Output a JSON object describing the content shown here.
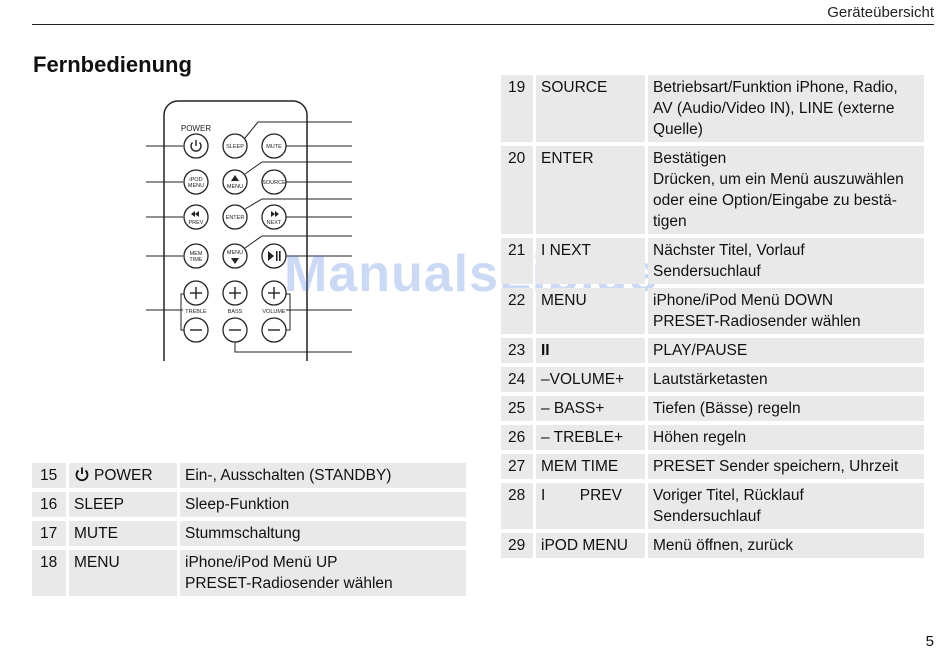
{
  "header": {
    "section_title": "Geräteübersicht"
  },
  "page": {
    "title": "Fernbedienung",
    "number": "5",
    "watermark": "ManualsLib.de"
  },
  "remote": {
    "labels": {
      "power": "POWER",
      "sleep": "SLEEP",
      "mute": "MUTE",
      "ipod_menu_1": "iPOD",
      "ipod_menu_2": "MENU",
      "menu_up": "MENU",
      "source": "SOURCE",
      "prev": "PREV",
      "enter": "ENTER",
      "next": "NEXT",
      "mem_1": "MEM",
      "mem_2": "TIME",
      "menu_down": "MENU",
      "treble": "TREBLE",
      "bass": "BASS",
      "volume": "VOLUME"
    }
  },
  "left_table": [
    {
      "num": "15",
      "key": "POWER",
      "desc": [
        "Ein-, Ausschalten (STANDBY)"
      ]
    },
    {
      "num": "16",
      "key": "SLEEP",
      "desc": [
        "Sleep-Funktion"
      ]
    },
    {
      "num": "17",
      "key": "MUTE",
      "desc": [
        "Stummschaltung"
      ]
    },
    {
      "num": "18",
      "key": "MENU",
      "desc": [
        "iPhone/iPod Menü UP",
        "PRESET-Radiosender wählen"
      ]
    }
  ],
  "right_table": [
    {
      "num": "19",
      "key": "SOURCE",
      "desc": [
        "Betriebsart/Funktion iPhone, Radio, AV (Audio/Video IN), LINE (externe Quelle)"
      ]
    },
    {
      "num": "20",
      "key": "ENTER",
      "desc": [
        "Bestätigen",
        "Drücken, um ein Menü auszuwählen oder eine Option/Eingabe zu bestä-tigen"
      ]
    },
    {
      "num": "21",
      "key": "I NEXT",
      "desc": [
        "Nächster Titel, Vorlauf",
        "Sendersuchlauf"
      ]
    },
    {
      "num": "22",
      "key": "MENU",
      "desc": [
        "iPhone/iPod Menü DOWN",
        "PRESET-Radiosender wählen"
      ]
    },
    {
      "num": "23",
      "key": "II",
      "desc": [
        "PLAY/PAUSE"
      ]
    },
    {
      "num": "24",
      "key": "–VOLUME+",
      "desc": [
        "Lautstärketasten"
      ]
    },
    {
      "num": "25",
      "key": "– BASS+",
      "desc": [
        "Tiefen (Bässe) regeln"
      ]
    },
    {
      "num": "26",
      "key": "– TREBLE+",
      "desc": [
        "Höhen regeln"
      ]
    },
    {
      "num": "27",
      "key": "MEM TIME",
      "desc": [
        "PRESET Sender speichern, Uhrzeit"
      ]
    },
    {
      "num": "28",
      "key": "I        PREV",
      "desc": [
        "Voriger Titel, Rücklauf",
        "Sendersuchlauf"
      ]
    },
    {
      "num": "29",
      "key": "iPOD MENU",
      "desc": [
        "Menü öffnen, zurück"
      ]
    }
  ]
}
